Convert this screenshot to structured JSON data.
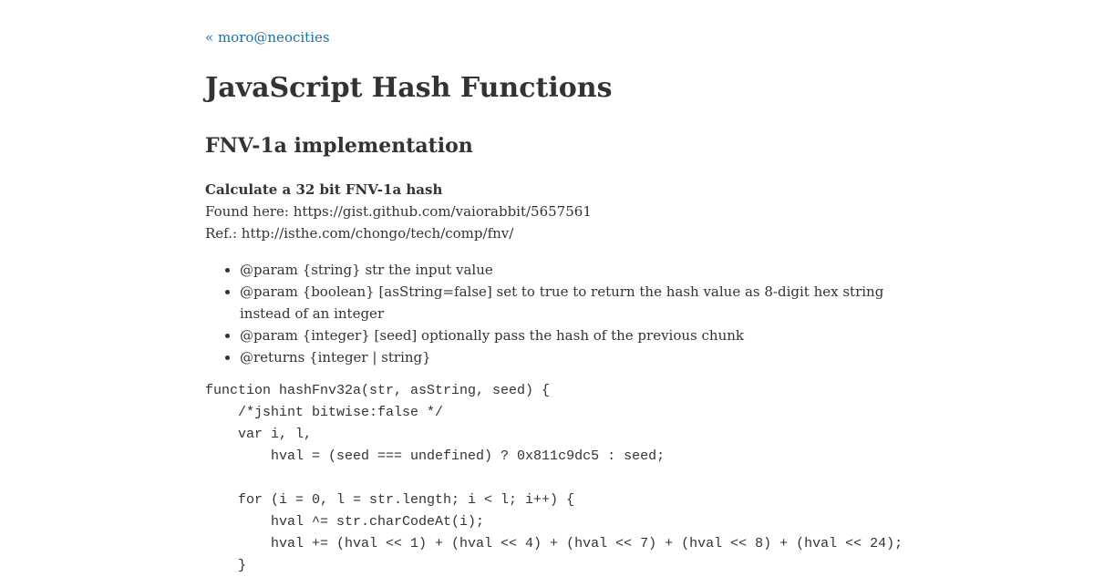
{
  "nav": {
    "back_link": "« moro@neocities"
  },
  "title": "JavaScript Hash Functions",
  "section": {
    "heading": "FNV-1a implementation",
    "summary": "Calculate a 32 bit FNV-1a hash",
    "found_here": "Found here: https://gist.github.com/vaiorabbit/5657561",
    "ref": "Ref.: http://isthe.com/chongo/tech/comp/fnv/",
    "params": [
      "@param {string} str the input value",
      "@param {boolean} [asString=false] set to true to return the hash value as 8-digit hex string instead of an integer",
      "@param {integer} [seed] optionally pass the hash of the previous chunk",
      "@returns {integer | string}"
    ],
    "code": "function hashFnv32a(str, asString, seed) {\n    /*jshint bitwise:false */\n    var i, l,\n        hval = (seed === undefined) ? 0x811c9dc5 : seed;\n\n    for (i = 0, l = str.length; i < l; i++) {\n        hval ^= str.charCodeAt(i);\n        hval += (hval << 1) + (hval << 4) + (hval << 7) + (hval << 8) + (hval << 24);\n    }"
  }
}
